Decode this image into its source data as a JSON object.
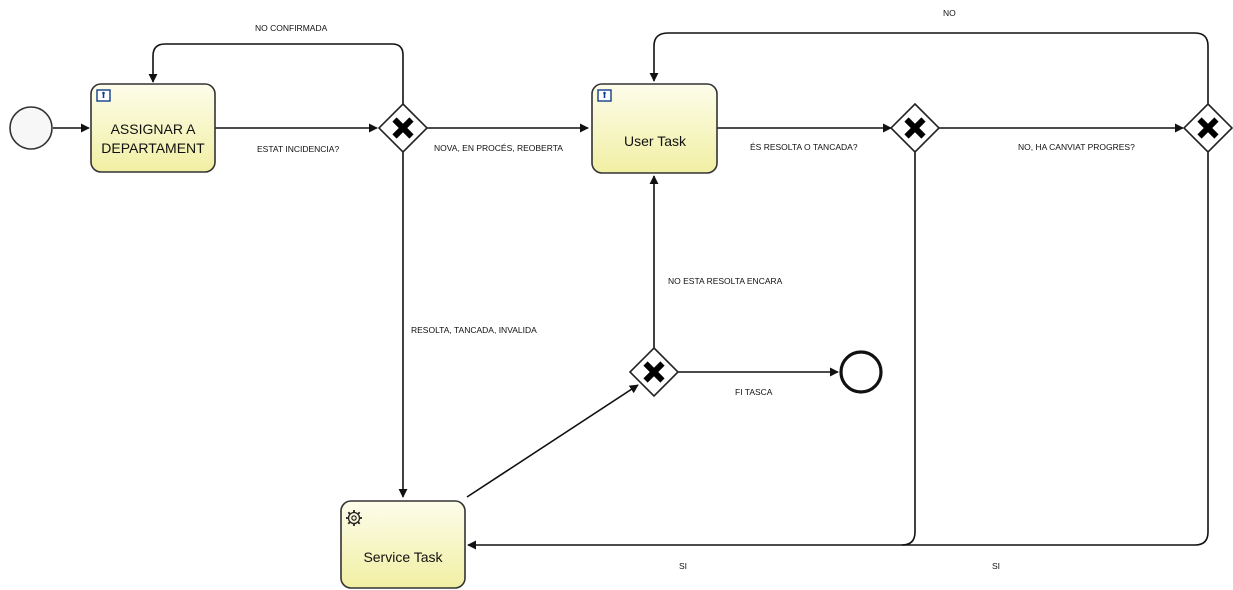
{
  "tasks": {
    "assign": {
      "lines": [
        "ASSIGNAR A",
        "DEPARTAMENT"
      ],
      "icon": "user-task-icon"
    },
    "user": {
      "lines": [
        "User Task"
      ],
      "icon": "user-task-icon"
    },
    "service": {
      "lines": [
        "Service Task"
      ],
      "icon": "gear-icon"
    }
  },
  "flows": {
    "no_confirmada": "NO CONFIRMADA",
    "estat_incidencia": "ESTAT INCIDENCIA?",
    "nova_en_proces": "NOVA, EN PROCÉS, REOBERTA",
    "resolta_tancada_invalida": "RESOLTA, TANCADA, INVALIDA",
    "es_resolta": "ÉS RESOLTA O TANCADA?",
    "no": "NO",
    "no_ha_canviat": "NO, HA CANVIAT PROGRES?",
    "no_esta_resolta": "NO ESTA RESOLTA ENCARA",
    "fi_tasca": "FI TASCA",
    "si_1": "SI",
    "si_2": "SI"
  },
  "colors": {
    "task_fill_top": "#fbfbe2",
    "task_fill_bottom": "#f2f0a6",
    "stroke": "#111111"
  }
}
